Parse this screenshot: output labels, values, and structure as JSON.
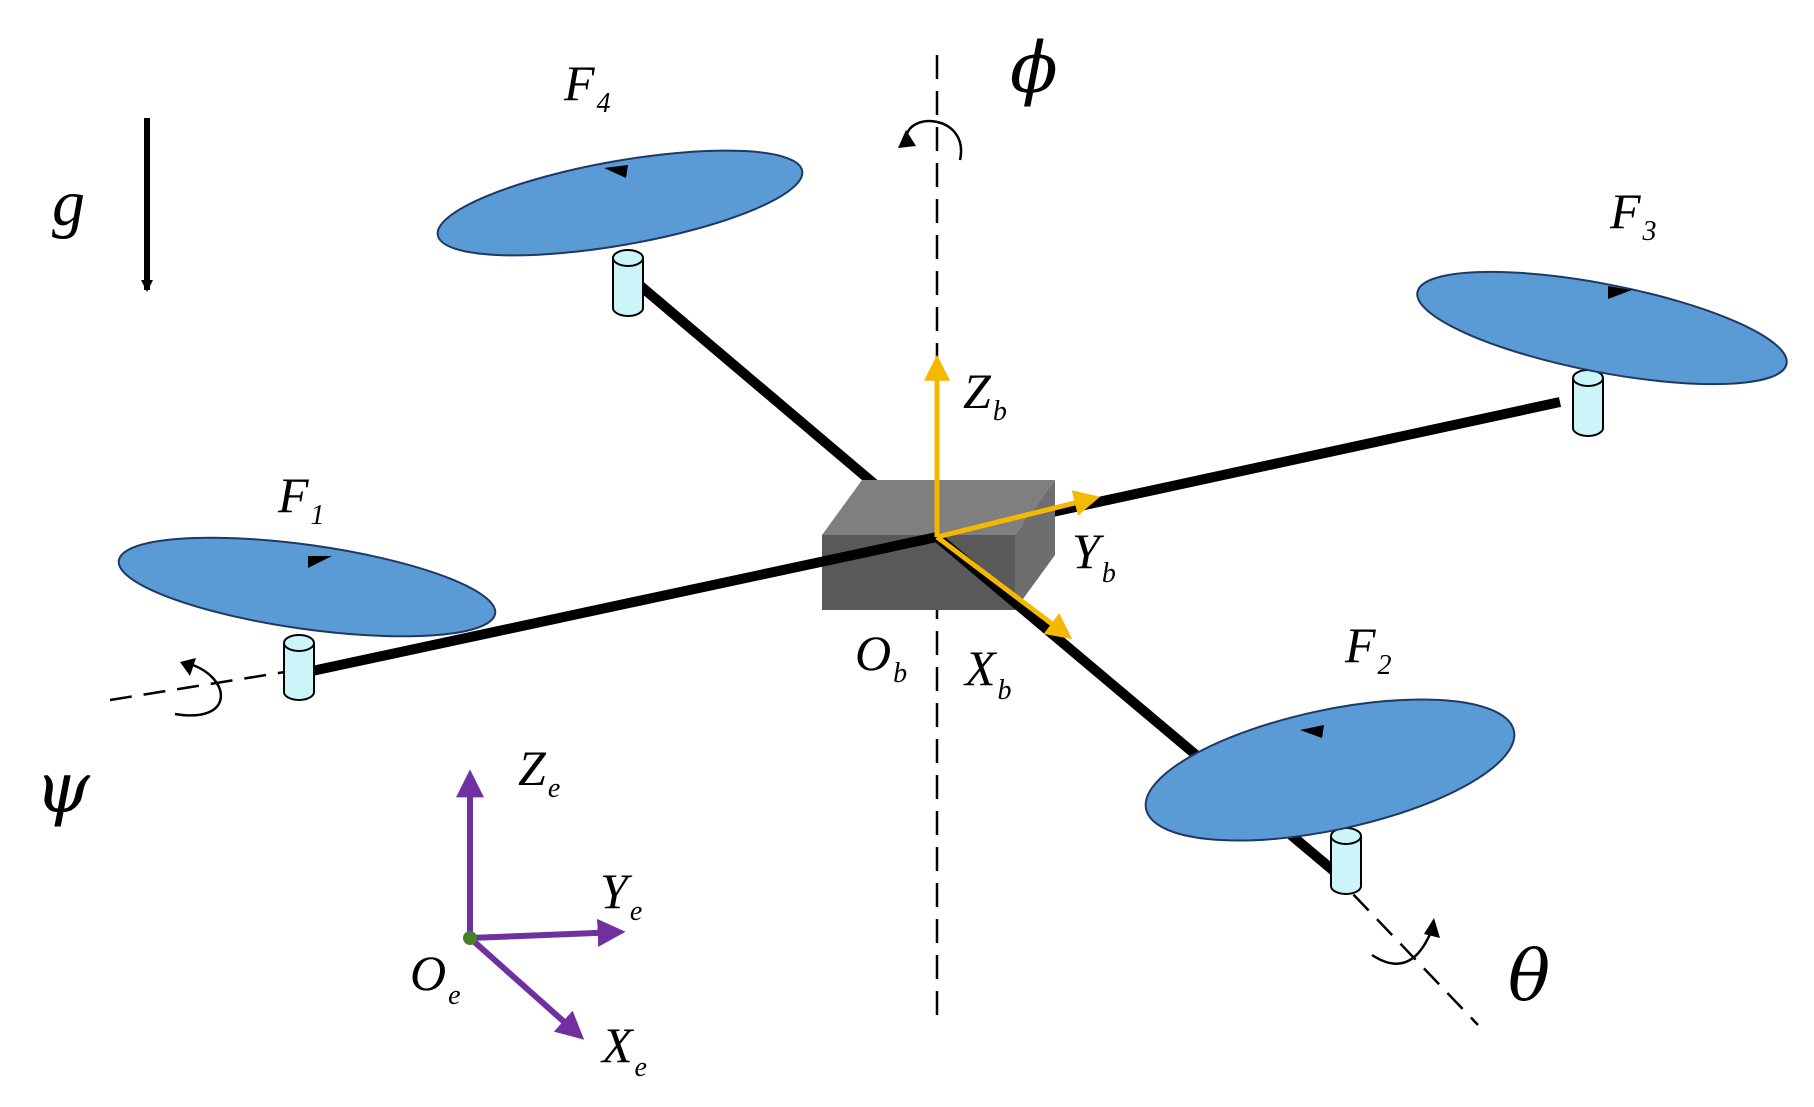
{
  "diagram": {
    "gravity": "g",
    "rotations": {
      "roll": "ψ",
      "pitch": "θ",
      "yaw": "ϕ"
    },
    "rotor_forces": [
      {
        "symbol": "F",
        "index": "1"
      },
      {
        "symbol": "F",
        "index": "2"
      },
      {
        "symbol": "F",
        "index": "3"
      },
      {
        "symbol": "F",
        "index": "4"
      }
    ],
    "body_frame": {
      "origin": {
        "symbol": "O",
        "index": "b"
      },
      "x": {
        "symbol": "X",
        "index": "b"
      },
      "y": {
        "symbol": "Y",
        "index": "b"
      },
      "z": {
        "symbol": "Z",
        "index": "b"
      }
    },
    "earth_frame": {
      "origin": {
        "symbol": "O",
        "index": "e"
      },
      "x": {
        "symbol": "X",
        "index": "e"
      },
      "y": {
        "symbol": "Y",
        "index": "e"
      },
      "z": {
        "symbol": "Z",
        "index": "e"
      }
    },
    "colors": {
      "rotor_fill": "#5b9bd5",
      "rotor_stroke": "#1f3864",
      "motor_fill": "#ccf5fa",
      "arm": "#000000",
      "body_top": "#7f7f7f",
      "body_front": "#595959",
      "body_side": "#6e6e6e",
      "body_frame_axes": "#f5b800",
      "earth_frame_axes": "#7030a0",
      "earth_origin_dot": "#4a7f2a"
    }
  }
}
